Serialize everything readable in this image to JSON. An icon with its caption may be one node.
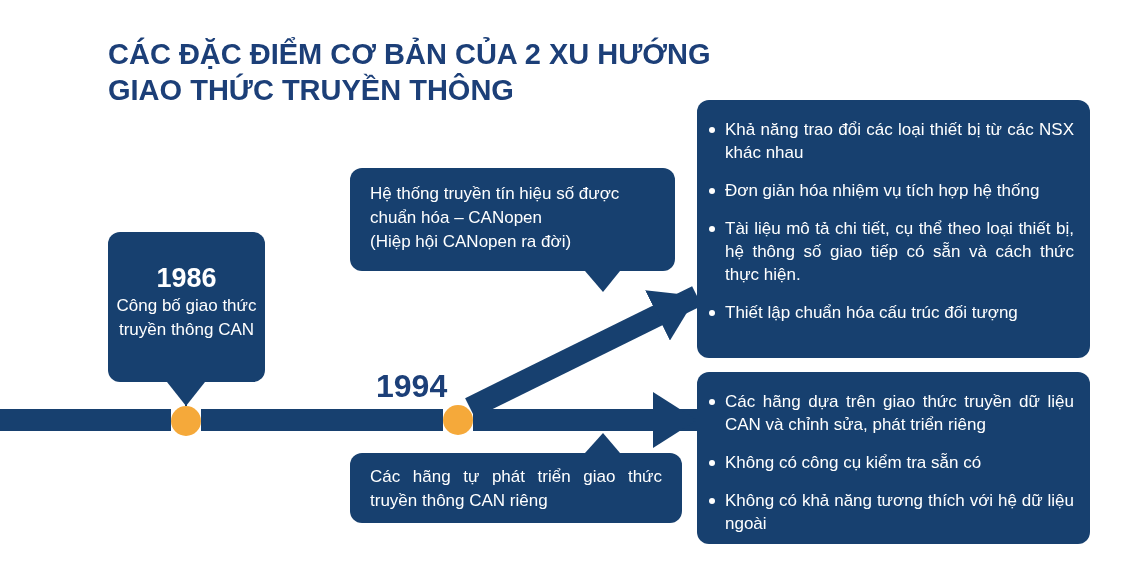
{
  "diagram": {
    "title": "CÁC ĐẶC ĐIỂM CƠ BẢN CỦA 2 XU HƯỚNG GIAO THỨC TRUYỀN THÔNG",
    "nodes": [
      {
        "text": [
          "1986",
          "Công bố giao thức truyền thông CAN"
        ]
      },
      {
        "text": [],
        "shape": "circle"
      },
      {
        "text": [],
        "shape": "circle",
        "beside": [
          "1994"
        ]
      },
      {
        "text": [
          "Hệ thống truyền tín hiệu số được chuẩn hóa – CANopen",
          "(Hiệp hội CANopen ra đời)"
        ]
      },
      {
        "text": [
          "Các hãng tự phát triển giao thức truyền thông CAN riêng"
        ]
      },
      {
        "text": [
          "Khả năng trao đổi các loại thiết bị từ các NSX khác nhau",
          "Đơn giản hóa nhiệm vụ tích hợp hệ thống",
          "Tài liệu mô tả chi tiết, cụ thể theo loại thiết bị, hệ thông số giao tiếp có sẵn và cách thức thực hiện.",
          "Thiết lập chuẩn hóa cấu trúc đối tượng"
        ]
      },
      {
        "text": [
          "Các hãng dựa trên giao thức truyền dữ liệu CAN và chỉnh sửa, phát triển riêng",
          "Không có công cụ kiểm tra sẵn có",
          "Không có khả năng tương thích với hệ dữ liệu ngoài"
        ]
      }
    ],
    "edges": [
      {
        "from": 0,
        "to": 1,
        "arrow": "to"
      },
      {
        "from": null,
        "to": 1,
        "arrow": "none"
      },
      {
        "from": 1,
        "to": 2,
        "arrow": "none"
      },
      {
        "from": 2,
        "to": 6,
        "arrow": "to"
      },
      {
        "from": 2,
        "to": 5,
        "arrow": "to"
      }
    ]
  }
}
